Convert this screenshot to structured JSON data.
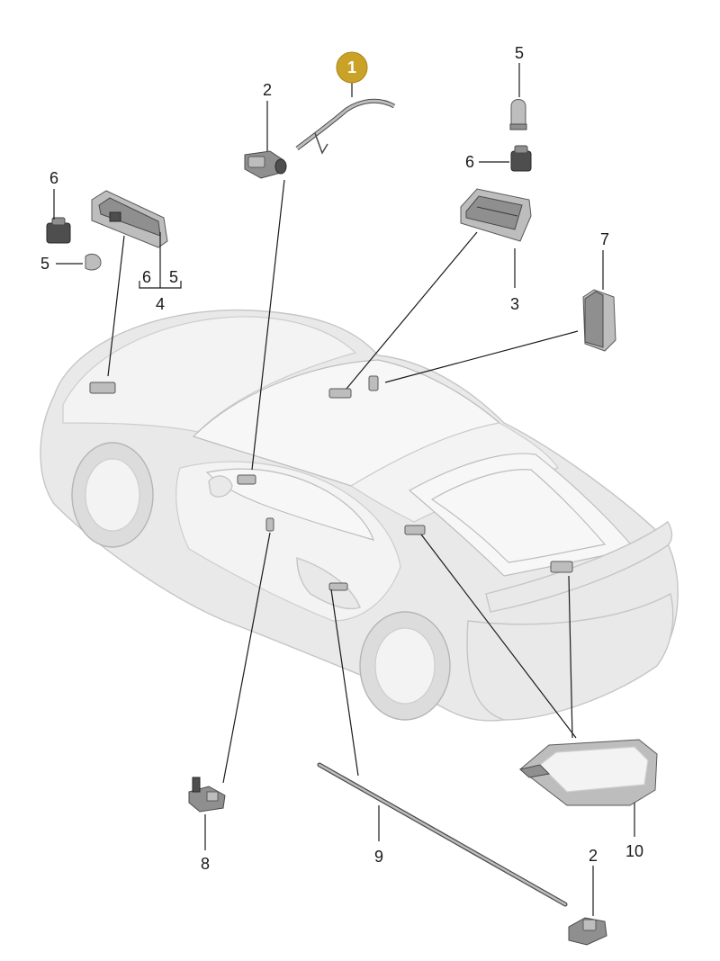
{
  "diagram": {
    "highlight_color": "#c9a227",
    "line_color": "#1a1a1a",
    "callouts": {
      "c1": "1",
      "c2a": "2",
      "c2b": "2",
      "c3": "3",
      "c4": "4",
      "c5a": "5",
      "c5b": "5",
      "c5c": "5",
      "c6a": "6",
      "c6b": "6",
      "c6c": "6",
      "c7": "7",
      "c8": "8",
      "c9": "9",
      "c10": "10"
    }
  }
}
